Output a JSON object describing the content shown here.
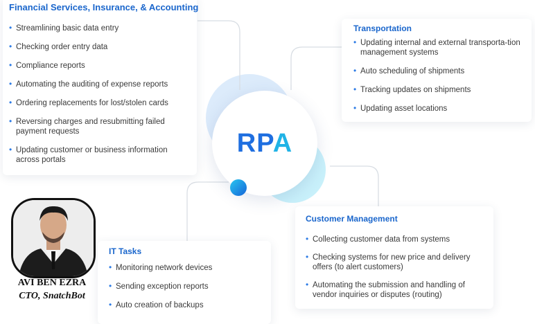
{
  "center": {
    "label": "RPA"
  },
  "colors": {
    "accent": "#1f6fe0",
    "title": "#1a66cc",
    "bullet": "#2c7be5",
    "light_blue": "#dcebfb",
    "light_cyan": "#c9f1fb",
    "dot": "#1e88e5"
  },
  "sections": {
    "financial": {
      "title": "Financial Services, Insurance, & Accounting",
      "items": [
        "Streamlining basic data entry",
        "Checking order entry data",
        "Compliance reports",
        "Automating the auditing of expense reports",
        "Ordering replacements for lost/stolen cards",
        "Reversing charges and resubmitting failed payment requests",
        "Updating customer or business information across portals"
      ]
    },
    "transportation": {
      "title": "Transportation",
      "items": [
        "Updating internal and external transporta-tion management systems",
        "Auto scheduling of shipments",
        "Tracking updates on shipments",
        "Updating asset locations"
      ]
    },
    "customer": {
      "title": "Customer Management",
      "items": [
        "Collecting customer data from systems",
        "Checking systems for new price and delivery offers (to alert customers)",
        "Automating the submission and handling of vendor inquiries or disputes (routing)"
      ]
    },
    "it": {
      "title": "IT Tasks",
      "items": [
        "Monitoring network devices",
        "Sending exception reports",
        "Auto creation of backups"
      ]
    }
  },
  "person": {
    "name": "AVI BEN EZRA",
    "role": "CTO, SnatchBot"
  }
}
